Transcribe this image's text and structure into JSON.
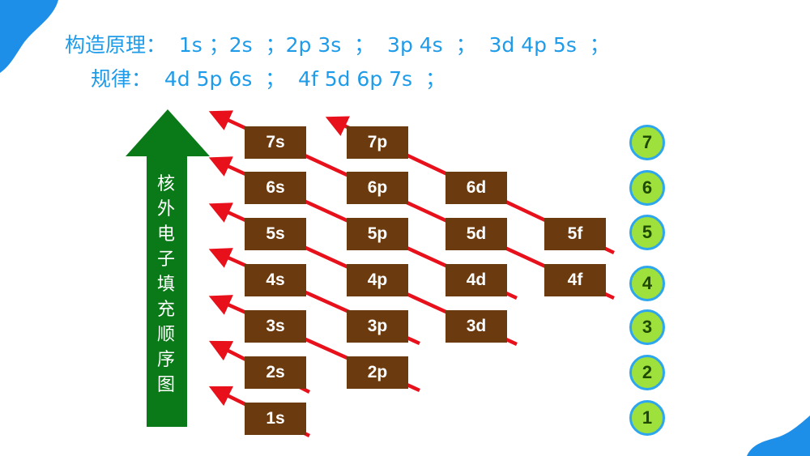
{
  "rule": {
    "line1": "构造原理：  1s ；2s  ；2p 3s  ；  3p 4s  ；  3d 4p 5s  ；",
    "line2": "规律：  4d 5p 6s  ；  4f 5d 6p 7s  ；"
  },
  "fill_order_label": "核外电子填充顺序图",
  "orbitals": {
    "o1s": "1s",
    "o2s": "2s",
    "o2p": "2p",
    "o3s": "3s",
    "o3p": "3p",
    "o3d": "3d",
    "o4s": "4s",
    "o4p": "4p",
    "o4d": "4d",
    "o4f": "4f",
    "o5s": "5s",
    "o5p": "5p",
    "o5d": "5d",
    "o5f": "5f",
    "o6s": "6s",
    "o6p": "6p",
    "o6d": "6d",
    "o7s": "7s",
    "o7p": "7p"
  },
  "shells": [
    "1",
    "2",
    "3",
    "4",
    "5",
    "6",
    "7"
  ],
  "colors": {
    "rule_text": "#1e9be9",
    "orbital_box": "#6b3a0e",
    "diagonal_arrow": "#e8101b",
    "up_arrow": "#0a7a18",
    "shell_fill": "#9ee03c",
    "shell_border": "#2da6ee"
  }
}
